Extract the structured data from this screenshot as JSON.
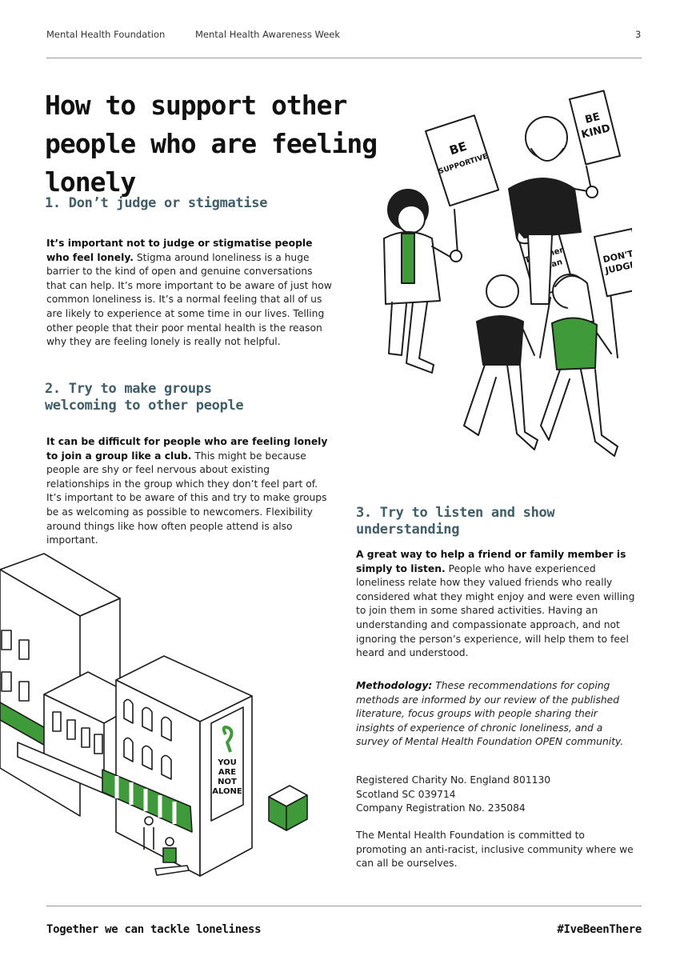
{
  "header": {
    "org": "Mental Health Foundation",
    "campaign": "Mental Health Awareness Week",
    "page_number": "3"
  },
  "title": "How to support other people who are feeling lonely",
  "sections": [
    {
      "heading": "1.  Don’t judge or stigmatise",
      "lead": "It’s important not to judge or stigmatise people who feel lonely.",
      "body": "Stigma around loneliness is a huge barrier to the kind of open and genuine conversations that can help. It’s more important to be aware of just how common loneliness is. It’s a normal feeling that all of us are likely to experience at some time in our lives. Telling other people that their poor mental health is the reason why they are feeling lonely is really not helpful."
    },
    {
      "heading": "2.  Try to make groups welcoming to other people",
      "lead": "It can be difficult for people who are feeling lonely to join a group like a club.",
      "body": "This might be because people are shy or feel nervous about existing relationships in the group which they don’t feel part of. It’s important to be aware of this and try to make groups be as welcoming as possible to newcomers. Flexibility around things like how often people attend is also important."
    },
    {
      "heading": "3.  Try to listen and show understanding",
      "lead": "A great way to help a friend or family member is simply to listen.",
      "body": "People who have experienced loneliness relate how they valued friends who really considered what they might enjoy and were even willing to join them in some shared activities. Having an understanding and compassionate approach, and not ignoring the person’s experience, will help them to feel heard and understood."
    }
  ],
  "methodology": {
    "label": "Methodology:",
    "text": "These recommendations for coping methods are informed by our review of the published literature, focus groups with people sharing their insights of experience of chronic loneliness, and a survey of Mental Health Foundation OPEN community."
  },
  "registration": {
    "line1": "Registered Charity No. England 801130",
    "line2": "Scotland SC 039714",
    "line3": "Company Registration No. 235084"
  },
  "commitment": "The Mental Health Foundation is committed to promoting an anti-racist, inclusive community where we can all be ourselves.",
  "placards": {
    "supportive": [
      "BE",
      "SUPPORTIVE"
    ],
    "kind": [
      "BE",
      "KIND"
    ],
    "together": [
      "Together",
      "we can"
    ],
    "judge": [
      "DON'T",
      "JUDGE"
    ]
  },
  "poster_text": [
    "YOU",
    "ARE",
    "NOT",
    "ALONE"
  ],
  "footer": {
    "tagline": "Together we can tackle loneliness",
    "hashtag": "#IveBeenThere"
  },
  "colors": {
    "accent_green": "#3f9a3a",
    "heading_teal": "#3f5e6a",
    "ink": "#1d1d1d"
  }
}
